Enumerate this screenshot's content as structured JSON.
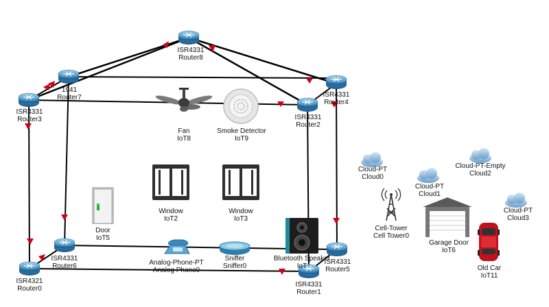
{
  "devices": {
    "router8": {
      "model": "ISR4331",
      "name": "Router8"
    },
    "router7": {
      "model": "1941",
      "name": "Router7"
    },
    "router3": {
      "model": "ISR4331",
      "name": "Router3"
    },
    "router4": {
      "model": "ISR4331",
      "name": "Router4"
    },
    "router2": {
      "model": "ISR4331",
      "name": "Router2"
    },
    "router6": {
      "model": "ISR4331",
      "name": "Router6"
    },
    "router0": {
      "model": "ISR4321",
      "name": "Router0"
    },
    "router1": {
      "model": "ISR4331",
      "name": "Router1"
    },
    "router5": {
      "model": "ISR4331",
      "name": "Router5"
    },
    "fan": {
      "model": "Fan",
      "name": "IoT8"
    },
    "smoke": {
      "model": "Smoke Detector",
      "name": "IoT9"
    },
    "window2": {
      "model": "Window",
      "name": "IoT2"
    },
    "window3": {
      "model": "Window",
      "name": "IoT3"
    },
    "door": {
      "model": "Door",
      "name": "IoT5"
    },
    "phone": {
      "model": "Analog-Phone-PT",
      "name": "Analog Phone0"
    },
    "sniffer": {
      "model": "Sniffer",
      "name": "Sniffer0"
    },
    "speaker": {
      "model": "Bluetooth Speaker",
      "name": "IoT"
    },
    "cloud0": {
      "model": "Cloud-PT",
      "name": "Cloud0"
    },
    "cloud1": {
      "model": "Cloud-PT",
      "name": "Cloud1"
    },
    "cloud2": {
      "model": "Cloud-PT-Empty",
      "name": "Cloud2"
    },
    "cloud3": {
      "model": "Cloud-PT",
      "name": "Cloud3"
    },
    "tower": {
      "model": "Cell-Tower",
      "name": "Cell Tower0"
    },
    "garage": {
      "model": "Garage Door",
      "name": "IoT6"
    },
    "car": {
      "model": "Old Car",
      "name": "IoT11"
    }
  },
  "colors": {
    "link": "#000000",
    "arrow": "#d0021b",
    "router_blue": "#3a85b8",
    "cloud_blue": "#6a9ec9",
    "speaker_cyan": "#1e8a9a",
    "car_red": "#c0121e"
  }
}
